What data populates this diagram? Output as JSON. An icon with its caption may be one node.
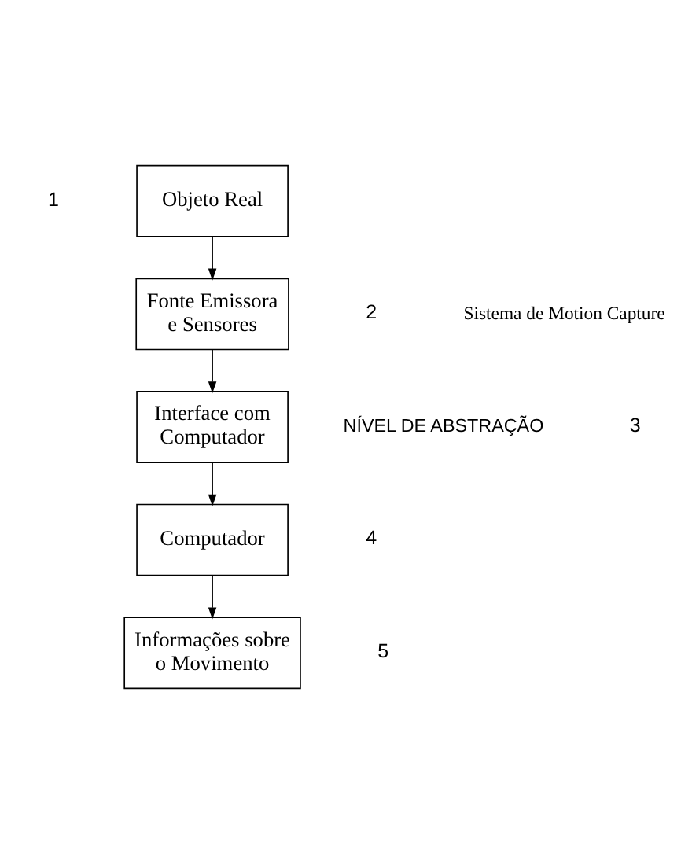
{
  "diagram": {
    "nodes": [
      {
        "text": [
          "Objeto Real"
        ]
      },
      {
        "text": [
          "Fonte Emissora e Sensores"
        ]
      },
      {
        "text": [
          "Interface com Computador"
        ]
      },
      {
        "text": [
          "Computador"
        ]
      },
      {
        "text": [
          "Informações sobre o Movimento"
        ]
      }
    ],
    "edges": [
      {
        "from": 0,
        "to": 1,
        "arrow": "to"
      },
      {
        "from": 1,
        "to": 2,
        "arrow": "to"
      },
      {
        "from": 2,
        "to": 3,
        "arrow": "to"
      },
      {
        "from": 3,
        "to": 4,
        "arrow": "to"
      }
    ],
    "labels": [
      "1",
      "2",
      "3",
      "4",
      "5",
      "NÍVEL DE ABSTRAÇÃO",
      "Sistema de Motion Capture"
    ]
  }
}
